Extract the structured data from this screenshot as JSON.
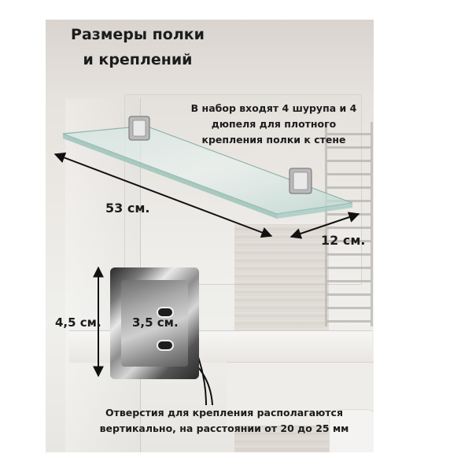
{
  "title": {
    "line1": "Размеры полки",
    "line2": "и креплений"
  },
  "kit_note": {
    "line1": "В набор входят 4 шурупа и 4",
    "line2": "дюпеля для плотного",
    "line3": "крепления полки к стене"
  },
  "dimensions": {
    "length": "53 см.",
    "depth": "12 см.",
    "bracket_height": "4,5 см.",
    "bracket_width": "3,5 см."
  },
  "footnote": {
    "line1": "Отверстия для крепления располагаются",
    "line2": "вертикально, на расстоянии от 20 до 25 мм"
  }
}
